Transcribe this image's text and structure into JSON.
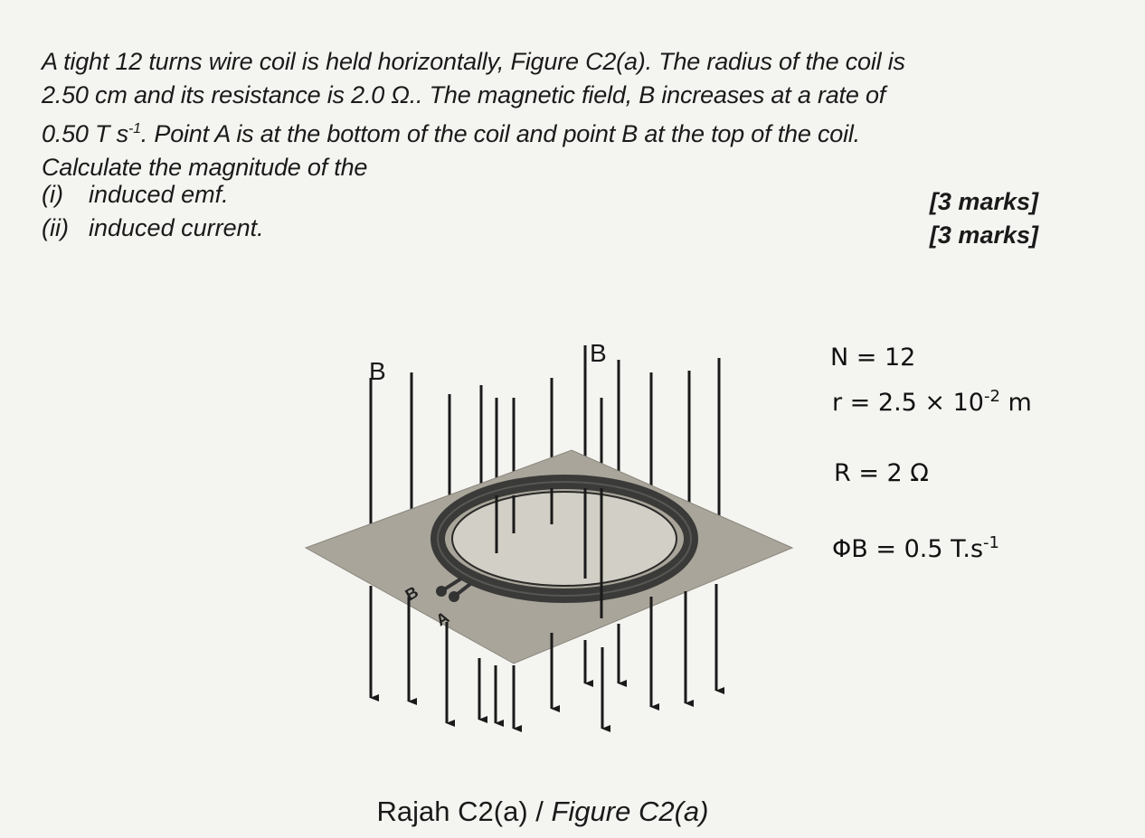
{
  "question": {
    "line1": "A tight 12 turns wire coil is held horizontally, Figure C2(a). The radius of the coil is",
    "line2": "2.50 cm and its resistance is 2.0 Ω.. The magnetic field, B increases at a rate of",
    "line3a": "0.50 T s",
    "line3_sup": "-1",
    "line3b": ". Point A is at the bottom of the coil and point B at the top of the coil.",
    "line4": "Calculate the magnitude of the",
    "parts": [
      {
        "num": "(i)",
        "text": "induced emf.",
        "marks": "[3 marks]"
      },
      {
        "num": "(ii)",
        "text": "induced current.",
        "marks": "[3 marks]"
      }
    ]
  },
  "figure": {
    "field_label_left": "B",
    "field_label_top": "B",
    "terminal_b": "B",
    "terminal_a": "A",
    "caption_ms": "Rajah C2(a) / ",
    "caption_en": "Figure C2(a)"
  },
  "handwritten_notes": [
    {
      "text": "N = 12",
      "sup": ""
    },
    {
      "text": "r = 2.5 × 10",
      "sup": "-2",
      "suffix": " m"
    },
    {
      "text": "R = 2 Ω",
      "sup": ""
    },
    {
      "text": "ΦB = 0.5 T.s",
      "sup": "-1"
    }
  ],
  "colors": {
    "ink": "#1a1a1a",
    "plane": "#a9a59a",
    "coil": "#4a4a48"
  }
}
